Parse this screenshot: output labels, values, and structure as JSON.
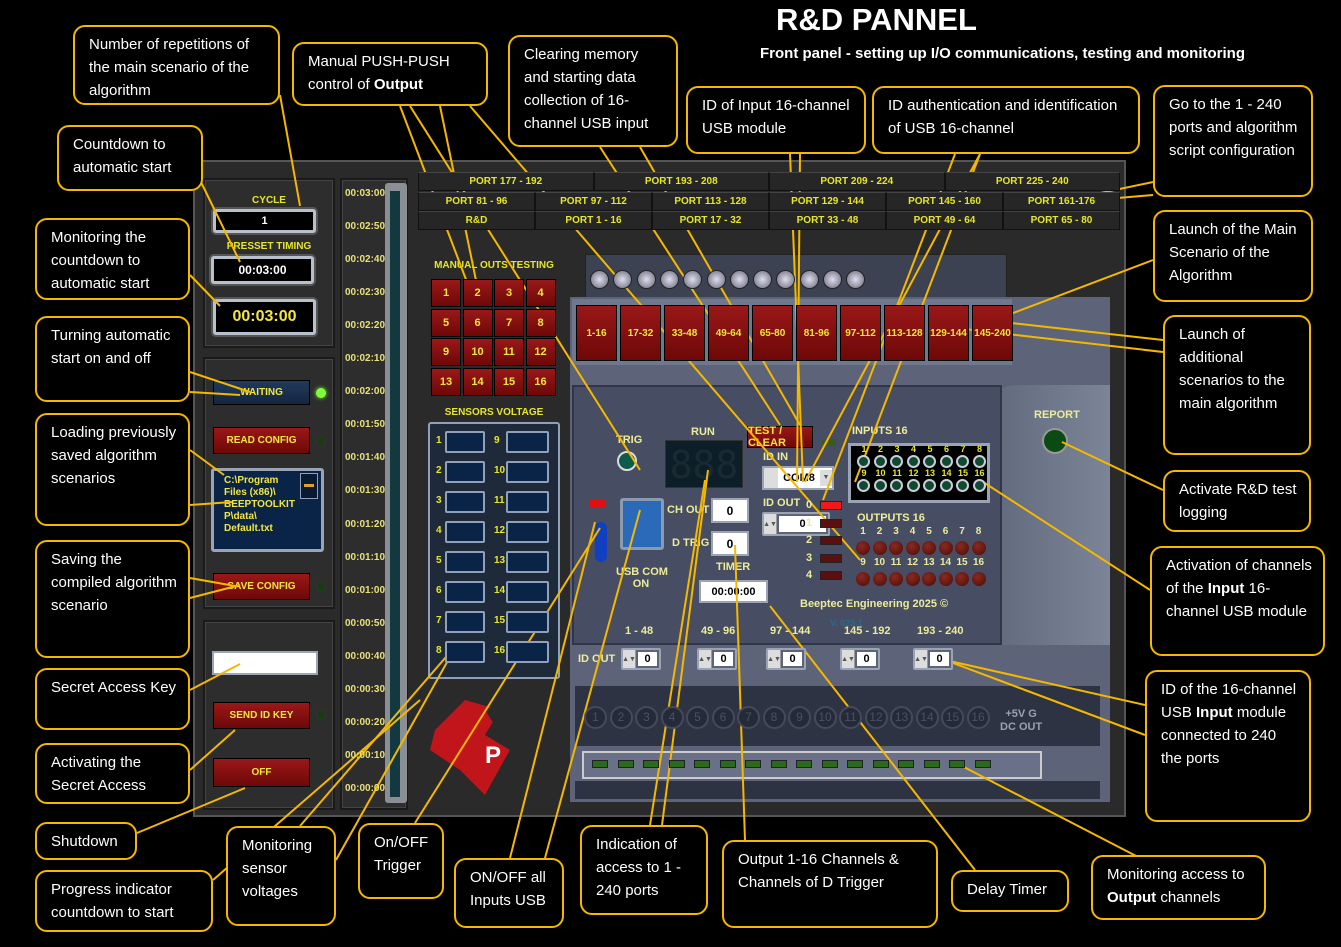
{
  "header": {
    "title": "R&D PANNEL",
    "subtitle": "Front panel - setting up I/O communications, testing and monitoring"
  },
  "tabs": {
    "row1": [
      "PORT 177 - 192",
      "PORT 193 - 208",
      "PORT 209 - 224",
      "PORT 225 - 240"
    ],
    "row2": [
      "PORT 81 - 96",
      "PORT 97 - 112",
      "PORT 113 - 128",
      "PORT 129 - 144",
      "PORT 145 - 160",
      "PORT 161-176"
    ],
    "row3": [
      "R&D",
      "PORT 1 - 16",
      "PORT 17 - 32",
      "PORT 33 - 48",
      "PORT 49 - 64",
      "PORT 65 - 80"
    ],
    "active": "R&D"
  },
  "left": {
    "cycle_label": "CYCLE",
    "cycle_value": "1",
    "preset_label": "PRESSET  TIMING",
    "preset_value": "00:03:00",
    "countdown_value": "00:03:00",
    "waiting_label": "WAITING",
    "waiting_led": "#7cff3a",
    "read_config_label": "READ  CONFIG",
    "file_path": "C:\\Program Files (x86)\\ BEEPTOOLKIT P\\data\\ Default.txt",
    "save_config_label": "SAVE  CONFIG",
    "key_value": "",
    "send_id_key_label": "SEND ID KEY",
    "off_label": "OFF"
  },
  "timeline": {
    "ticks": [
      "00:03:00",
      "00:02:50",
      "00:02:40",
      "00:02:30",
      "00:02:20",
      "00:02:10",
      "00:02:00",
      "00:01:50",
      "00:01:40",
      "00:01:30",
      "00:01:20",
      "00:01:10",
      "00:01:00",
      "00:00:50",
      "00:00:40",
      "00:00:30",
      "00:00:20",
      "00:00:10",
      "00:00:00"
    ],
    "progress": 1.0
  },
  "manual_outs": {
    "label": "MANUAL  OUTS  TESTING",
    "buttons": [
      "1",
      "2",
      "3",
      "4",
      "5",
      "6",
      "7",
      "8",
      "9",
      "10",
      "11",
      "12",
      "13",
      "14",
      "15",
      "16"
    ]
  },
  "sensors": {
    "label": "SENSORS  VOLTAGE",
    "left": [
      "1",
      "2",
      "3",
      "4",
      "5",
      "6",
      "7",
      "8"
    ],
    "right": [
      "9",
      "10",
      "11",
      "12",
      "13",
      "14",
      "15",
      "16"
    ]
  },
  "logo": {
    "letter": "P",
    "color": "#c0151b"
  },
  "device": {
    "port_buttons": [
      "1-16",
      "17-32",
      "33-48",
      "49-64",
      "65-80",
      "81-96",
      "97-112",
      "113-128",
      "129-144",
      "145-240"
    ],
    "trig_label": "TRIG",
    "run_label": "RUN",
    "run_display": "888",
    "test_clear_label": "TEST / CLEAR",
    "id_in_label": "ID IN",
    "com_value": "COM8",
    "id_out_label": "ID OUT",
    "id_out_value": "0",
    "id_out_leds": [
      "0",
      "1",
      "2",
      "3",
      "4"
    ],
    "id_out_active": "0",
    "ch_out_label": "CH OUT",
    "ch_out_value": "0",
    "d_trig_label": "D TRIG",
    "d_trig_value": "0",
    "timer_label": "TIMER",
    "timer_value": "00:00:00",
    "usb_label_1": "USB COM",
    "usb_label_2": "ON",
    "inputs_label": "INPUTS 16",
    "inputs": [
      "1",
      "2",
      "3",
      "4",
      "5",
      "6",
      "7",
      "8",
      "9",
      "10",
      "11",
      "12",
      "13",
      "14",
      "15",
      "16"
    ],
    "outputs_label": "OUTPUTS 16",
    "outputs": [
      "1",
      "2",
      "3",
      "4",
      "5",
      "6",
      "7",
      "8",
      "9",
      "10",
      "11",
      "12",
      "13",
      "14",
      "15",
      "16"
    ],
    "brand": "Beeptec Engineering 2025 ©",
    "version": "V. 023.1",
    "report_label": "REPORT",
    "bottom_id_out_label": "ID OUT",
    "ranges": [
      {
        "label": "1 - 48",
        "value": "0"
      },
      {
        "label": "49 - 96",
        "value": "0"
      },
      {
        "label": "97 - 144",
        "value": "0"
      },
      {
        "label": "145 - 192",
        "value": "0"
      },
      {
        "label": "193 - 240",
        "value": "0"
      }
    ],
    "terminals": [
      "1",
      "2",
      "3",
      "4",
      "5",
      "6",
      "7",
      "8",
      "9",
      "10",
      "11",
      "12",
      "13",
      "14",
      "15",
      "16"
    ],
    "dc_label_1": "+5V  G",
    "dc_label_2": "DC OUT"
  },
  "callouts": [
    {
      "parts": [
        {
          "t": "Number of repetitions of the main scenario of the algorithm"
        }
      ]
    },
    {
      "parts": [
        {
          "t": "Countdown to automatic start"
        }
      ]
    },
    {
      "parts": [
        {
          "t": "Monitoring the countdown to automatic start"
        }
      ]
    },
    {
      "parts": [
        {
          "t": "Turning automatic start on and off"
        }
      ]
    },
    {
      "parts": [
        {
          "t": "Loading previously saved algorithm scenarios"
        }
      ]
    },
    {
      "parts": [
        {
          "t": "Saving the compiled algorithm scenario"
        }
      ]
    },
    {
      "parts": [
        {
          "t": "Secret Access Key"
        }
      ]
    },
    {
      "parts": [
        {
          "t": "Activating the Secret Access"
        }
      ]
    },
    {
      "parts": [
        {
          "t": "Shutdown"
        }
      ]
    },
    {
      "parts": [
        {
          "t": "Progress indicator countdown to start"
        }
      ]
    },
    {
      "parts": [
        {
          "t": "Monitoring sensor voltages"
        }
      ]
    },
    {
      "parts": [
        {
          "t": "On/OFF Trigger"
        }
      ]
    },
    {
      "parts": [
        {
          "t": "ON/OFF all Inputs USB"
        }
      ]
    },
    {
      "parts": [
        {
          "t": "Indication of access to 1 - 240 ports"
        }
      ]
    },
    {
      "parts": [
        {
          "t": "Output 1-16 Channels & Channels of D Trigger"
        }
      ]
    },
    {
      "parts": [
        {
          "t": "Delay Timer"
        }
      ]
    },
    {
      "parts": [
        {
          "t": "Monitoring access to "
        },
        {
          "t": "Output",
          "b": true
        },
        {
          "t": " channels"
        }
      ]
    },
    {
      "parts": [
        {
          "t": "ID of the 16-channel USB "
        },
        {
          "t": "Input",
          "b": true
        },
        {
          "t": " module connected to 240 the ports"
        }
      ]
    },
    {
      "parts": [
        {
          "t": "Activation of channels of the "
        },
        {
          "t": "Input",
          "b": true
        },
        {
          "t": " 16-channel USB module"
        }
      ]
    },
    {
      "parts": [
        {
          "t": "Activate R&D test logging"
        }
      ]
    },
    {
      "parts": [
        {
          "t": "Launch of additional scenarios to the main algorithm"
        }
      ]
    },
    {
      "parts": [
        {
          "t": "Launch of the Main Scenario of the Algorithm"
        }
      ]
    },
    {
      "parts": [
        {
          "t": "Go to the 1 - 240 ports and algorithm script configuration"
        }
      ]
    },
    {
      "parts": [
        {
          "t": "ID authentication and identification of USB 16-channel"
        }
      ]
    },
    {
      "parts": [
        {
          "t": "ID of Input 16-channel USB module"
        }
      ]
    },
    {
      "parts": [
        {
          "t": "Clearing memory and starting data collection of 16-channel USB input"
        }
      ]
    },
    {
      "parts": [
        {
          "t": "Manual PUSH-PUSH control of "
        },
        {
          "t": "Output",
          "b": true
        }
      ]
    }
  ],
  "colors": {
    "callout_border": "#f5b800",
    "label_yellow": "#e6e62a",
    "button_red": "#8b1010",
    "panel_blue": "#0a2448"
  }
}
